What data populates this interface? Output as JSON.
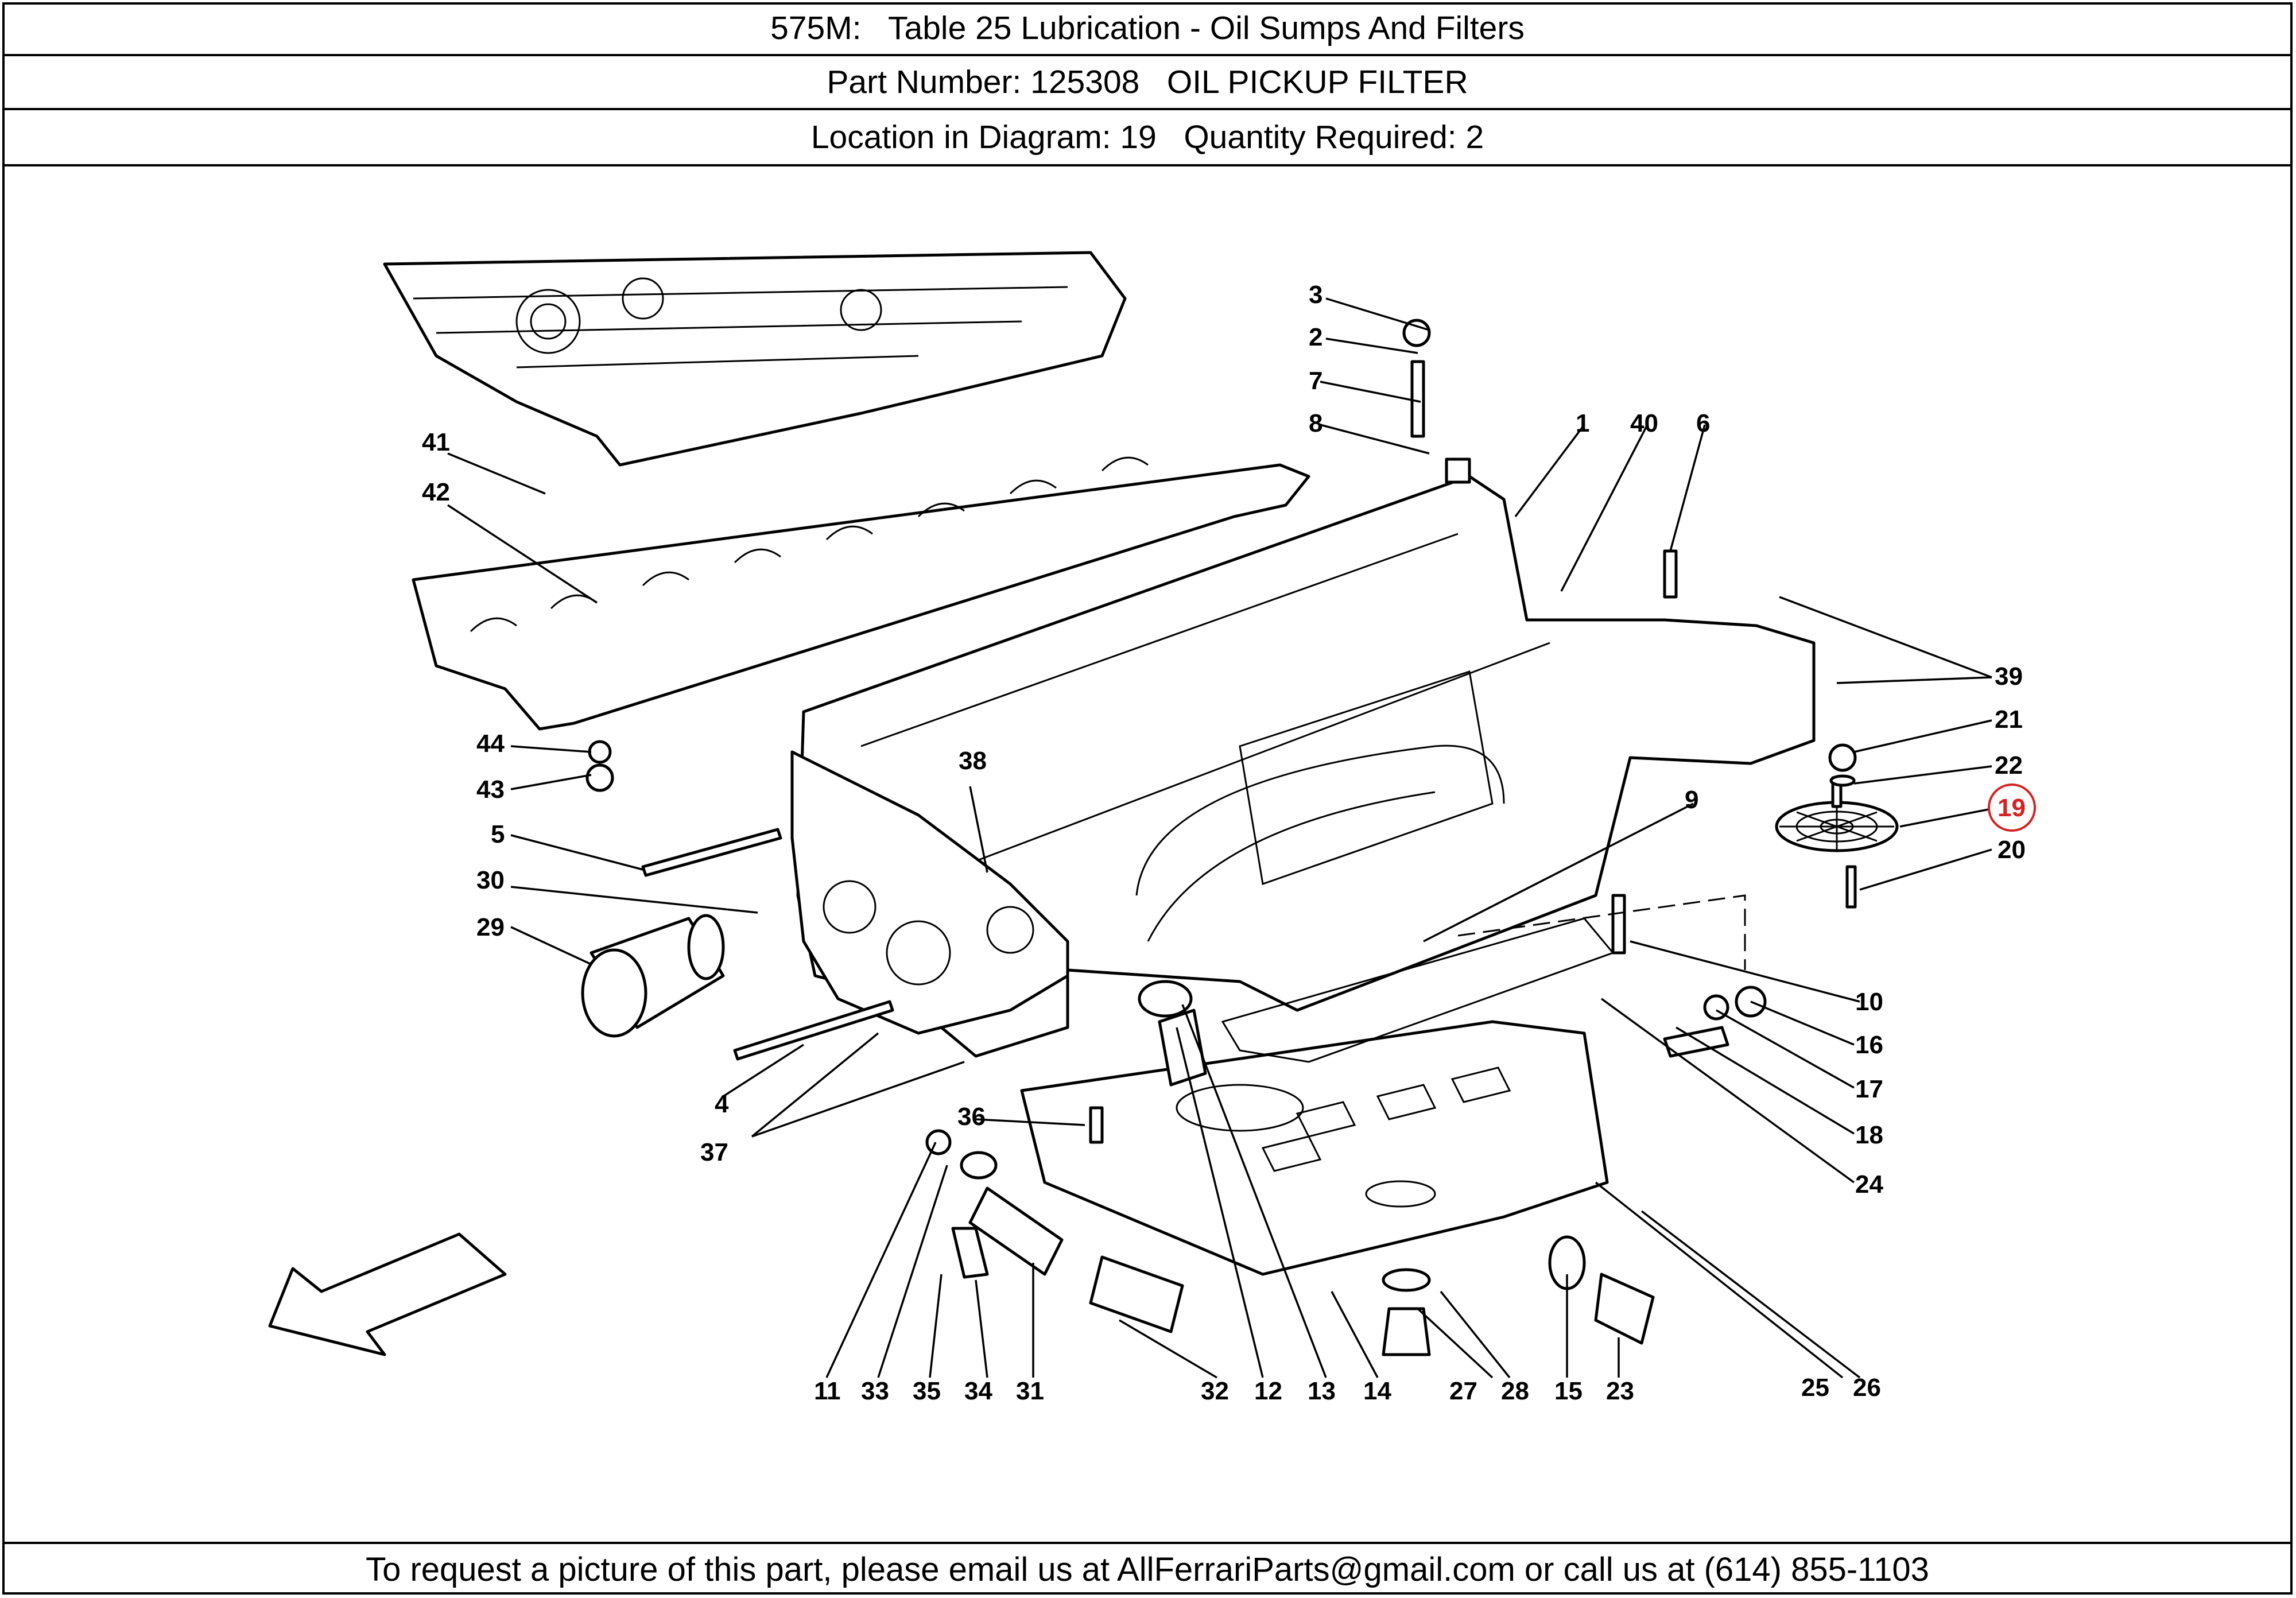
{
  "header": {
    "title": "575M:   Table 25 Lubrication - Oil Sumps And Filters",
    "part_line": "Part Number: 125308   OIL PICKUP FILTER",
    "location_line": "Location in Diagram: 19   Quantity Required: 2"
  },
  "footer": {
    "contact": "To request a picture of this part, please email us at AllFerrariParts@gmail.com or call us at (614) 855-1103"
  },
  "diagram": {
    "highlighted_callout": "19",
    "highlight_color": "#d62020",
    "callouts": [
      "1",
      "2",
      "3",
      "4",
      "5",
      "6",
      "7",
      "8",
      "9",
      "10",
      "11",
      "12",
      "13",
      "14",
      "15",
      "16",
      "17",
      "18",
      "19",
      "20",
      "21",
      "22",
      "23",
      "24",
      "25",
      "26",
      "27",
      "28",
      "29",
      "30",
      "31",
      "32",
      "33",
      "34",
      "35",
      "36",
      "37",
      "38",
      "39",
      "40",
      "41",
      "42",
      "43",
      "44"
    ]
  }
}
